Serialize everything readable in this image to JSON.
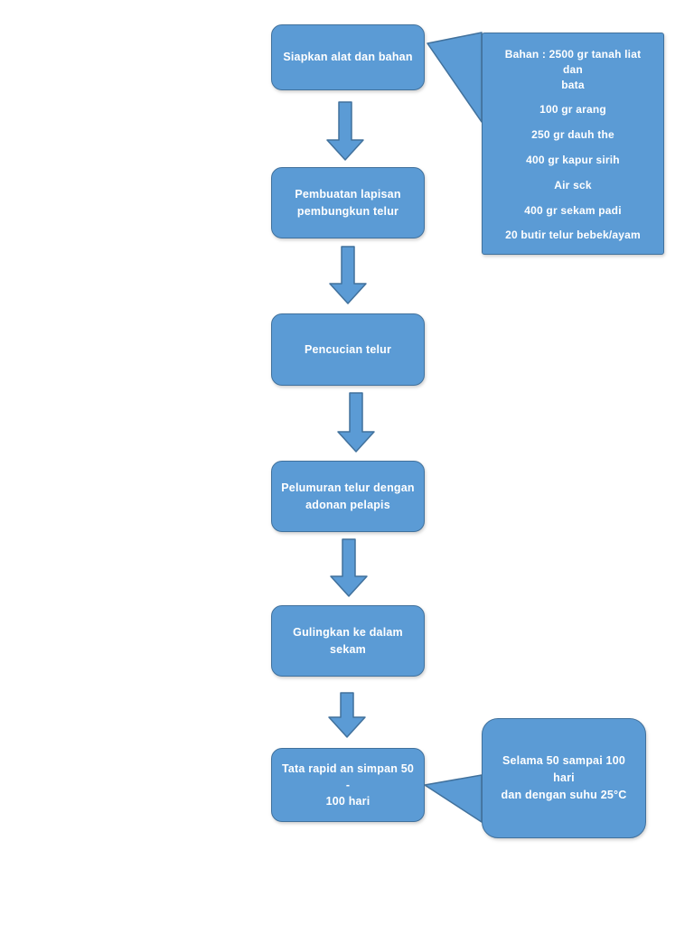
{
  "colors": {
    "page_bg": "#ffffff",
    "shape_fill": "#5b9bd5",
    "shape_border": "#41719c",
    "shape_text": "#ffffff"
  },
  "flowchart": {
    "steps": [
      {
        "label": "Siapkan alat dan bahan"
      },
      {
        "label": "Pembuatan lapisan\npembungkun telur"
      },
      {
        "label": "Pencucian telur"
      },
      {
        "label": "Pelumuran telur dengan\nadonan pelapis"
      },
      {
        "label": "Gulingkan ke dalam\nsekam"
      },
      {
        "label": "Tata rapid an simpan 50 -\n100 hari"
      }
    ],
    "callouts": {
      "materials": {
        "lines": [
          "Bahan : 2500 gr tanah liat dan\nbata",
          "100 gr arang",
          "250 gr dauh the",
          "400 gr kapur sirih",
          "Air sck",
          "400 gr sekam padi",
          "20 butir telur bebek/ayam"
        ]
      },
      "storage": {
        "text": "Selama 50 sampai 100 hari\ndan dengan suhu 25°C"
      }
    }
  }
}
